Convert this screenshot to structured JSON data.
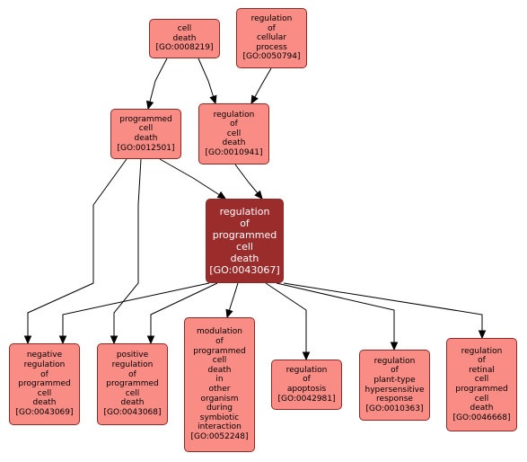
{
  "diagram": {
    "nodes": [
      {
        "id": "n8219",
        "lines": [
          "cell",
          "death",
          "[GO:0008219]"
        ],
        "focus": false
      },
      {
        "id": "n50794",
        "lines": [
          "regulation",
          "of",
          "cellular",
          "process",
          "[GO:0050794]"
        ],
        "focus": false
      },
      {
        "id": "n12501",
        "lines": [
          "programmed",
          "cell",
          "death",
          "[GO:0012501]"
        ],
        "focus": false
      },
      {
        "id": "n10941",
        "lines": [
          "regulation",
          "of",
          "cell",
          "death",
          "[GO:0010941]"
        ],
        "focus": false
      },
      {
        "id": "n43067",
        "lines": [
          "regulation",
          "of",
          "programmed",
          "cell",
          "death",
          "[GO:0043067]"
        ],
        "focus": true
      },
      {
        "id": "n43069",
        "lines": [
          "negative",
          "regulation",
          "of",
          "programmed",
          "cell",
          "death",
          "[GO:0043069]"
        ],
        "focus": false
      },
      {
        "id": "n43068",
        "lines": [
          "positive",
          "regulation",
          "of",
          "programmed",
          "cell",
          "death",
          "[GO:0043068]"
        ],
        "focus": false
      },
      {
        "id": "n52248",
        "lines": [
          "modulation",
          "of",
          "programmed",
          "cell",
          "death",
          "in",
          "other",
          "organism",
          "during",
          "symbiotic",
          "interaction",
          "[GO:0052248]"
        ],
        "focus": false
      },
      {
        "id": "n42981",
        "lines": [
          "regulation",
          "of",
          "apoptosis",
          "[GO:0042981]"
        ],
        "focus": false
      },
      {
        "id": "n10363",
        "lines": [
          "regulation",
          "of",
          "plant-type",
          "hypersensitive",
          "response",
          "[GO:0010363]"
        ],
        "focus": false
      },
      {
        "id": "n46668",
        "lines": [
          "regulation",
          "of",
          "retinal",
          "cell",
          "programmed",
          "cell",
          "death",
          "[GO:0046668]"
        ],
        "focus": false
      }
    ],
    "edges": [
      {
        "from": "n8219",
        "to": "n12501"
      },
      {
        "from": "n8219",
        "to": "n10941"
      },
      {
        "from": "n50794",
        "to": "n10941"
      },
      {
        "from": "n12501",
        "to": "n43067"
      },
      {
        "from": "n10941",
        "to": "n43067"
      },
      {
        "from": "n12501",
        "to": "n43069"
      },
      {
        "from": "n12501",
        "to": "n43068"
      },
      {
        "from": "n43067",
        "to": "n43069"
      },
      {
        "from": "n43067",
        "to": "n43068"
      },
      {
        "from": "n43067",
        "to": "n52248"
      },
      {
        "from": "n43067",
        "to": "n42981"
      },
      {
        "from": "n43067",
        "to": "n10363"
      },
      {
        "from": "n43067",
        "to": "n46668"
      }
    ],
    "colors": {
      "node_fill": "#fa8c86",
      "focus_fill": "#9b2c2c",
      "border": "#8b2a26",
      "edge": "#000000"
    }
  }
}
